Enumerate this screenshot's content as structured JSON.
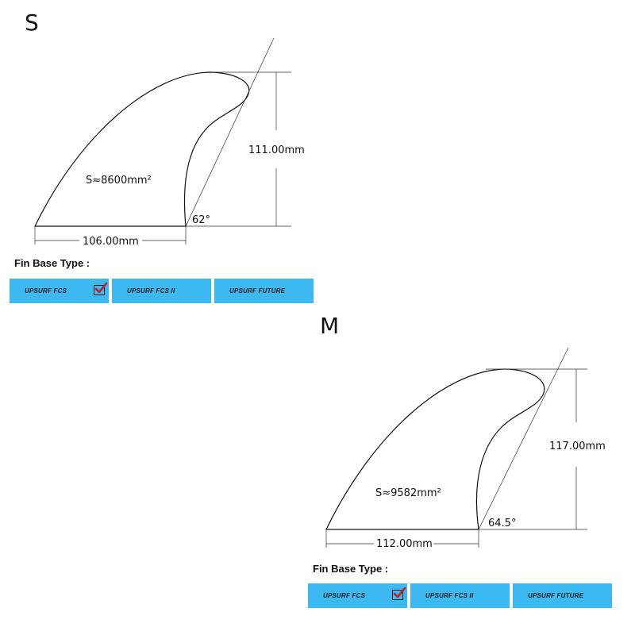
{
  "fins": [
    {
      "size": "S",
      "area": "S≈8600mm²",
      "height": "111.00mm",
      "base": "106.00mm",
      "angle": "62°",
      "base_type_title": "Fin Base Type :",
      "options": [
        {
          "label": "UPSURF FCS",
          "checked": true
        },
        {
          "label": "UPSURF FCS II",
          "checked": false
        },
        {
          "label": "UPSURF FUTURE",
          "checked": false
        }
      ]
    },
    {
      "size": "M",
      "area": "S≈9582mm²",
      "height": "117.00mm",
      "base": "112.00mm",
      "angle": "64.5°",
      "base_type_title": "Fin Base Type :",
      "options": [
        {
          "label": "UPSURF FCS",
          "checked": true
        },
        {
          "label": "UPSURF FCS II",
          "checked": false
        },
        {
          "label": "UPSURF FUTURE",
          "checked": false
        }
      ]
    }
  ],
  "colors": {
    "option_bg": "#3cb9f0",
    "check_mark": "#c0202a"
  },
  "icons": {
    "check": "checkbox-checked-icon"
  }
}
